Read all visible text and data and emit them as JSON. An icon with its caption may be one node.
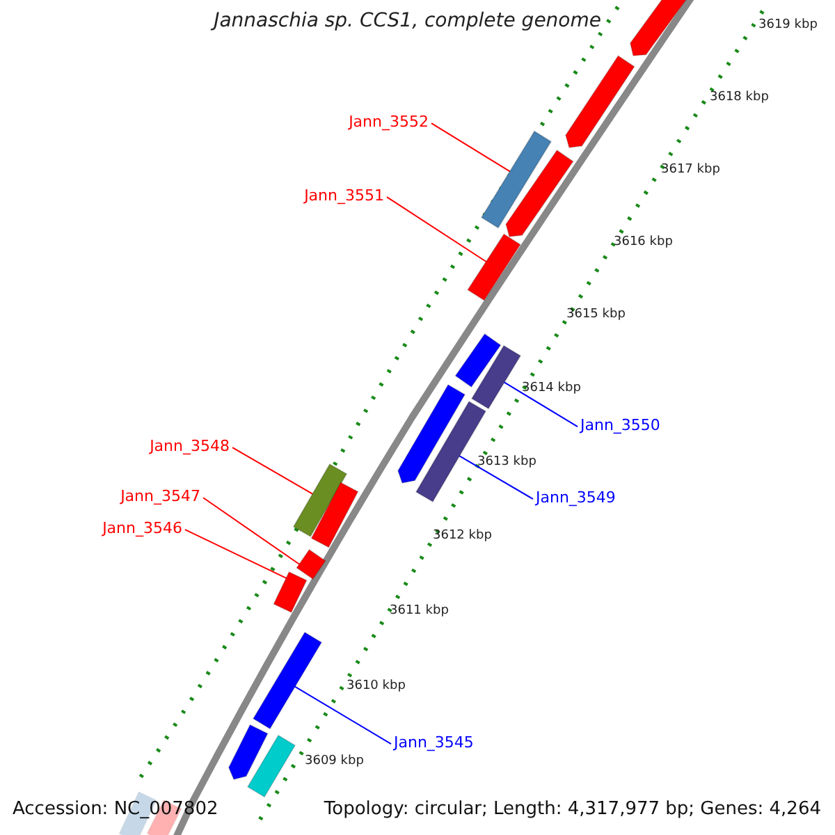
{
  "diagram": {
    "title": "Jannaschia sp. CCS1, complete genome",
    "nodes": [
      {
        "text": [],
        "shape": "bar"
      },
      {
        "text": [],
        "shape": "bar"
      },
      {
        "text": [
          "Jann_3552"
        ]
      },
      {
        "text": [],
        "shape": "bar"
      },
      {
        "text": [],
        "shape": "bar"
      },
      {
        "text": [
          "Jann_3551"
        ]
      },
      {
        "text": [],
        "shape": "bar"
      },
      {
        "text": [],
        "shape": "bar"
      },
      {
        "text": [],
        "shape": "bar"
      },
      {
        "text": [],
        "shape": "bar"
      },
      {
        "text": [],
        "shape": "bar"
      },
      {
        "text": [
          "Jann_3550"
        ]
      },
      {
        "text": [
          "Jann_3548"
        ]
      },
      {
        "text": [],
        "shape": "bar"
      },
      {
        "text": [],
        "shape": "bar"
      },
      {
        "text": [
          "Jann_3547"
        ]
      },
      {
        "text": [
          "Jann_3549"
        ]
      },
      {
        "text": [
          "Jann_3546"
        ]
      },
      {
        "text": [],
        "shape": "bar"
      },
      {
        "text": [],
        "shape": "bar"
      },
      {
        "text": [],
        "shape": "bar"
      },
      {
        "text": [
          "Jann_3545"
        ]
      },
      {
        "text": [],
        "shape": "bar"
      },
      {
        "text": [],
        "shape": "bar"
      },
      {
        "text": [],
        "shape": "bar"
      },
      {
        "text": [],
        "shape": "bar"
      }
    ],
    "edges": [
      {
        "from": 2,
        "to": 3,
        "arrow": "none"
      },
      {
        "from": 5,
        "to": 6,
        "arrow": "none"
      },
      {
        "from": 11,
        "to": 8,
        "arrow": "none",
        "color": "#0000ff"
      },
      {
        "from": 16,
        "to": 10,
        "arrow": "none",
        "color": "#0000ff"
      },
      {
        "from": 12,
        "to": 13,
        "arrow": "none"
      },
      {
        "from": 15,
        "to": 18,
        "arrow": "none"
      },
      {
        "from": 17,
        "to": 19,
        "arrow": "none"
      },
      {
        "from": 21,
        "to": 20,
        "arrow": "none",
        "color": "#0000ff"
      }
    ],
    "labels": [
      "3619 kbp",
      "3618 kbp",
      "3617 kbp",
      "3616 kbp",
      "3615 kbp",
      "3614 kbp",
      "3613 kbp",
      "3612 kbp",
      "3611 kbp",
      "3610 kbp",
      "3609 kbp",
      "Accession: NC_007802",
      "Topology: circular; Length: 4,317,977 bp; Genes: 4,264"
    ]
  }
}
